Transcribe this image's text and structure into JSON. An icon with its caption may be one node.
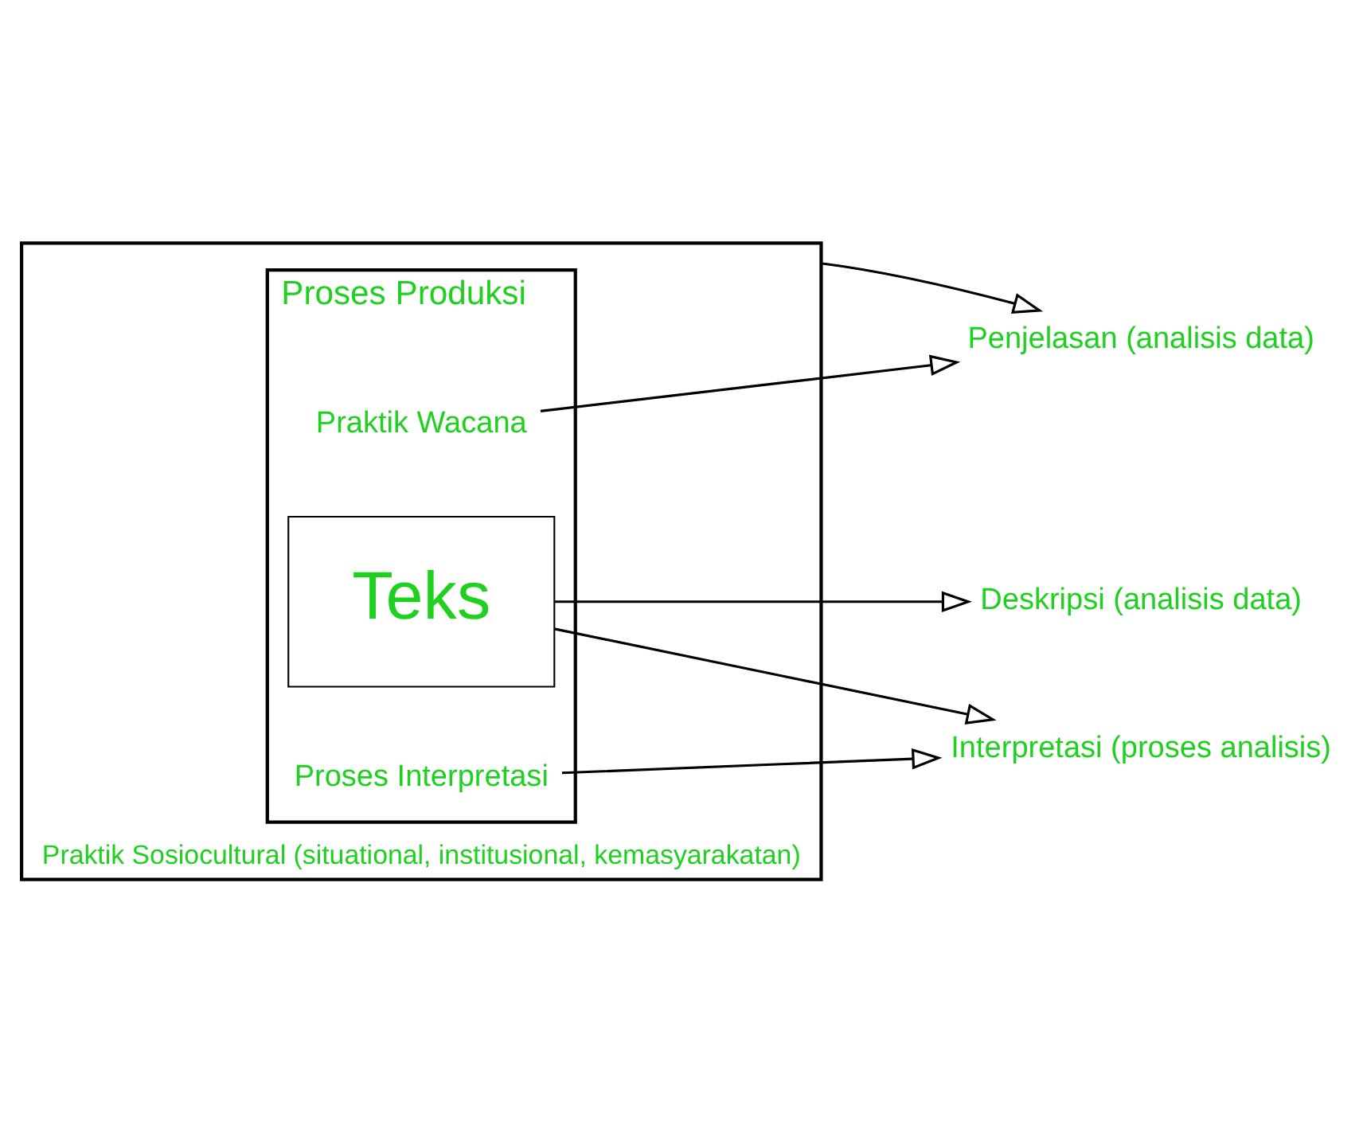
{
  "diagram": {
    "nodes": [
      {
        "text": [
          "Praktik Sosiocultural (situational, institusional, kemasyarakatan)"
        ]
      },
      {
        "text": [
          "Proses Produksi"
        ],
        "in": 0
      },
      {
        "text": [
          "Teks"
        ],
        "in": 1
      },
      {
        "text": [
          "Proses Interpretasi"
        ],
        "in": 1
      },
      {
        "text": [
          "Praktik Wacana"
        ],
        "in": 1
      },
      {
        "text": [
          "Deskripsi (analisis data)"
        ]
      },
      {
        "text": [
          "Interpretasi (proses analisis)"
        ]
      },
      {
        "text": [
          "Penjelasan (analisis data)"
        ]
      }
    ],
    "edges": [
      {
        "from": 2,
        "to": 5,
        "arrow": "to"
      },
      {
        "from": 2,
        "to": 6,
        "arrow": "to"
      },
      {
        "from": 3,
        "to": 6,
        "arrow": "to"
      },
      {
        "from": 4,
        "to": 7,
        "arrow": "to"
      },
      {
        "from": 0,
        "to": 7,
        "arrow": "to"
      }
    ]
  }
}
